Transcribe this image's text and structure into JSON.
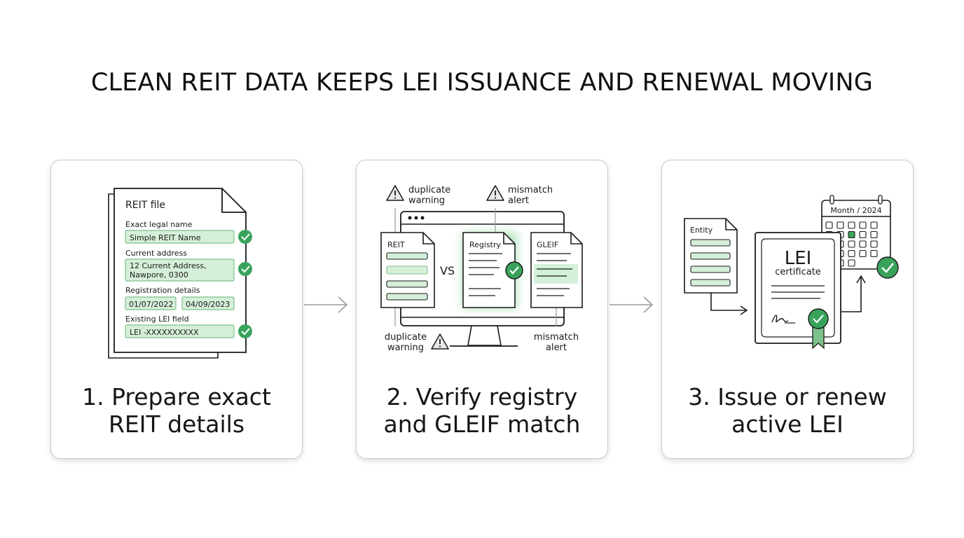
{
  "title": "CLEAN REIT DATA KEEPS LEI ISSUANCE AND RENEWAL MOVING",
  "colors": {
    "accent_green": "#3aa35b",
    "field_fill": "#d6efd8",
    "field_border": "#7cc08a",
    "line": "#1a1a1a",
    "warning_fill": "#e9e9e9"
  },
  "steps": [
    {
      "caption_line1": "1. Prepare exact",
      "caption_line2": "REIT details",
      "doc_title": "REIT file",
      "fields": [
        {
          "label": "Exact legal name",
          "value": "Simple REIT Name"
        },
        {
          "label": "Current address",
          "value_line1": "12 Current Address,",
          "value_line2": "Nawpore, 0300"
        },
        {
          "label": "Registration details",
          "date1": "01/07/2022",
          "date2": "04/09/2023"
        },
        {
          "label": "Existing LEI field",
          "value": "LEI -XXXXXXXXXX"
        }
      ],
      "icons": [
        "document-icon",
        "check-icon"
      ]
    },
    {
      "caption_line1": "2. Verify registry",
      "caption_line2": "and GLEIF match",
      "docs": [
        "REIT",
        "Registry",
        "GLEIF"
      ],
      "vs_label": "VS",
      "alerts": {
        "top_left_line1": "duplicate",
        "top_left_line2": "warning",
        "top_right_line1": "mismatch",
        "top_right_line2": "alert",
        "bottom_left_line1": "duplicate",
        "bottom_left_line2": "warning",
        "bottom_right_line1": "mismatch",
        "bottom_right_line2": "alert"
      },
      "icons": [
        "monitor-icon",
        "warning-icon",
        "check-icon"
      ]
    },
    {
      "caption_line1": "3. Issue or renew",
      "caption_line2": "active LEI",
      "entity_label": "Entity",
      "certificate_title": "LEI",
      "certificate_subtitle": "certificate",
      "calendar_label": "Month / 2024",
      "icons": [
        "certificate-icon",
        "calendar-icon",
        "ribbon-seal-icon",
        "check-icon"
      ]
    }
  ]
}
